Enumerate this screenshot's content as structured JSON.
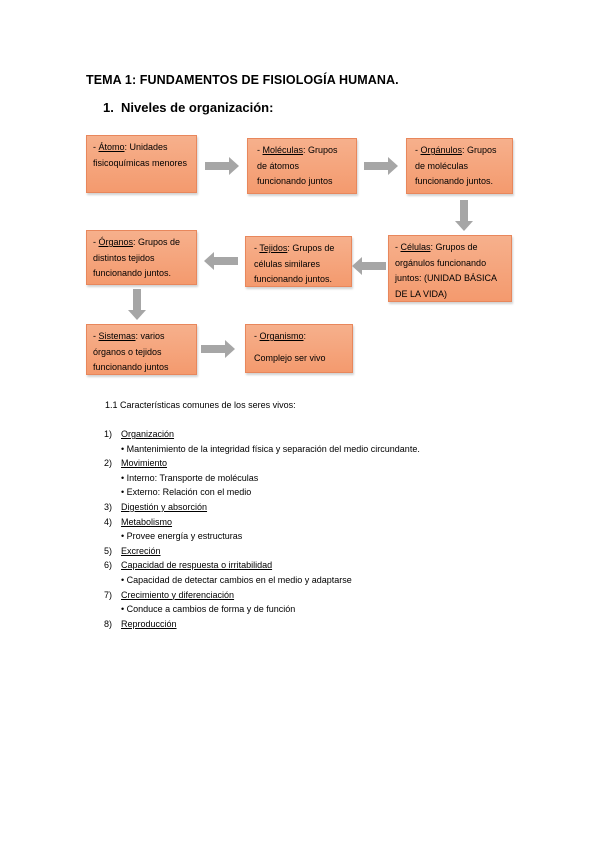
{
  "title": "TEMA 1: FUNDAMENTOS DE FISIOLOGÍA HUMANA.",
  "section": {
    "number": "1.",
    "label": "Niveles de organización:"
  },
  "boxes": {
    "atomo": {
      "prefix": "- ",
      "term": "Átomo",
      "rest": ": Unidades fisicoquímicas menores"
    },
    "moleculas": {
      "prefix": "- ",
      "term": "Moléculas",
      "rest": ": Grupos de átomos funcionando juntos"
    },
    "organulos": {
      "prefix": "- ",
      "term": "Orgánulos",
      "rest": ": Grupos de moléculas funcionando juntos."
    },
    "celulas": {
      "prefix": "- ",
      "term": "Células",
      "rest": ": Grupos de orgánulos funcionando juntos: (UNIDAD BÁSICA DE LA VIDA)"
    },
    "tejidos": {
      "prefix": "- ",
      "term": "Tejidos",
      "rest": ": Grupos de células similares funcionando juntos."
    },
    "organos": {
      "prefix": "- ",
      "term": "Órganos",
      "rest": ": Grupos de distintos tejidos funcionando juntos."
    },
    "sistemas": {
      "prefix": "- ",
      "term": "Sistemas",
      "rest": ": varios órganos o tejidos funcionando juntos"
    },
    "organismo": {
      "prefix": "- ",
      "term": "Organismo",
      "rest": ":",
      "line2": "Complejo ser vivo"
    }
  },
  "subsection": "1.1 Características comunes de los seres vivos:",
  "characteristics": [
    {
      "n": "1)",
      "label": "Organización",
      "details": [
        "• Mantenimiento de la integridad física y separación del medio circundante."
      ]
    },
    {
      "n": "2)",
      "label": "Movimiento",
      "details": [
        "• Interno: Transporte de moléculas",
        "• Externo: Relación con el medio"
      ]
    },
    {
      "n": "3)",
      "label": "Digestión y absorción",
      "details": []
    },
    {
      "n": "4)",
      "label": "Metabolismo",
      "details": [
        "• Provee energía y estructuras"
      ]
    },
    {
      "n": "5)",
      "label": "Excreción",
      "details": []
    },
    {
      "n": "6)",
      "label": "Capacidad de respuesta o irritabilidad",
      "details": [
        "• Capacidad de detectar cambios en el medio y adaptarse"
      ]
    },
    {
      "n": "7)",
      "label": "Crecimiento y diferenciación",
      "details": [
        "• Conduce a cambios de forma y de función"
      ]
    },
    {
      "n": "8)",
      "label": "Reproducción",
      "details": []
    }
  ],
  "colors": {
    "box_fill": "#f4a47c",
    "box_border": "#e8875c",
    "arrow": "#a6a6a6"
  }
}
